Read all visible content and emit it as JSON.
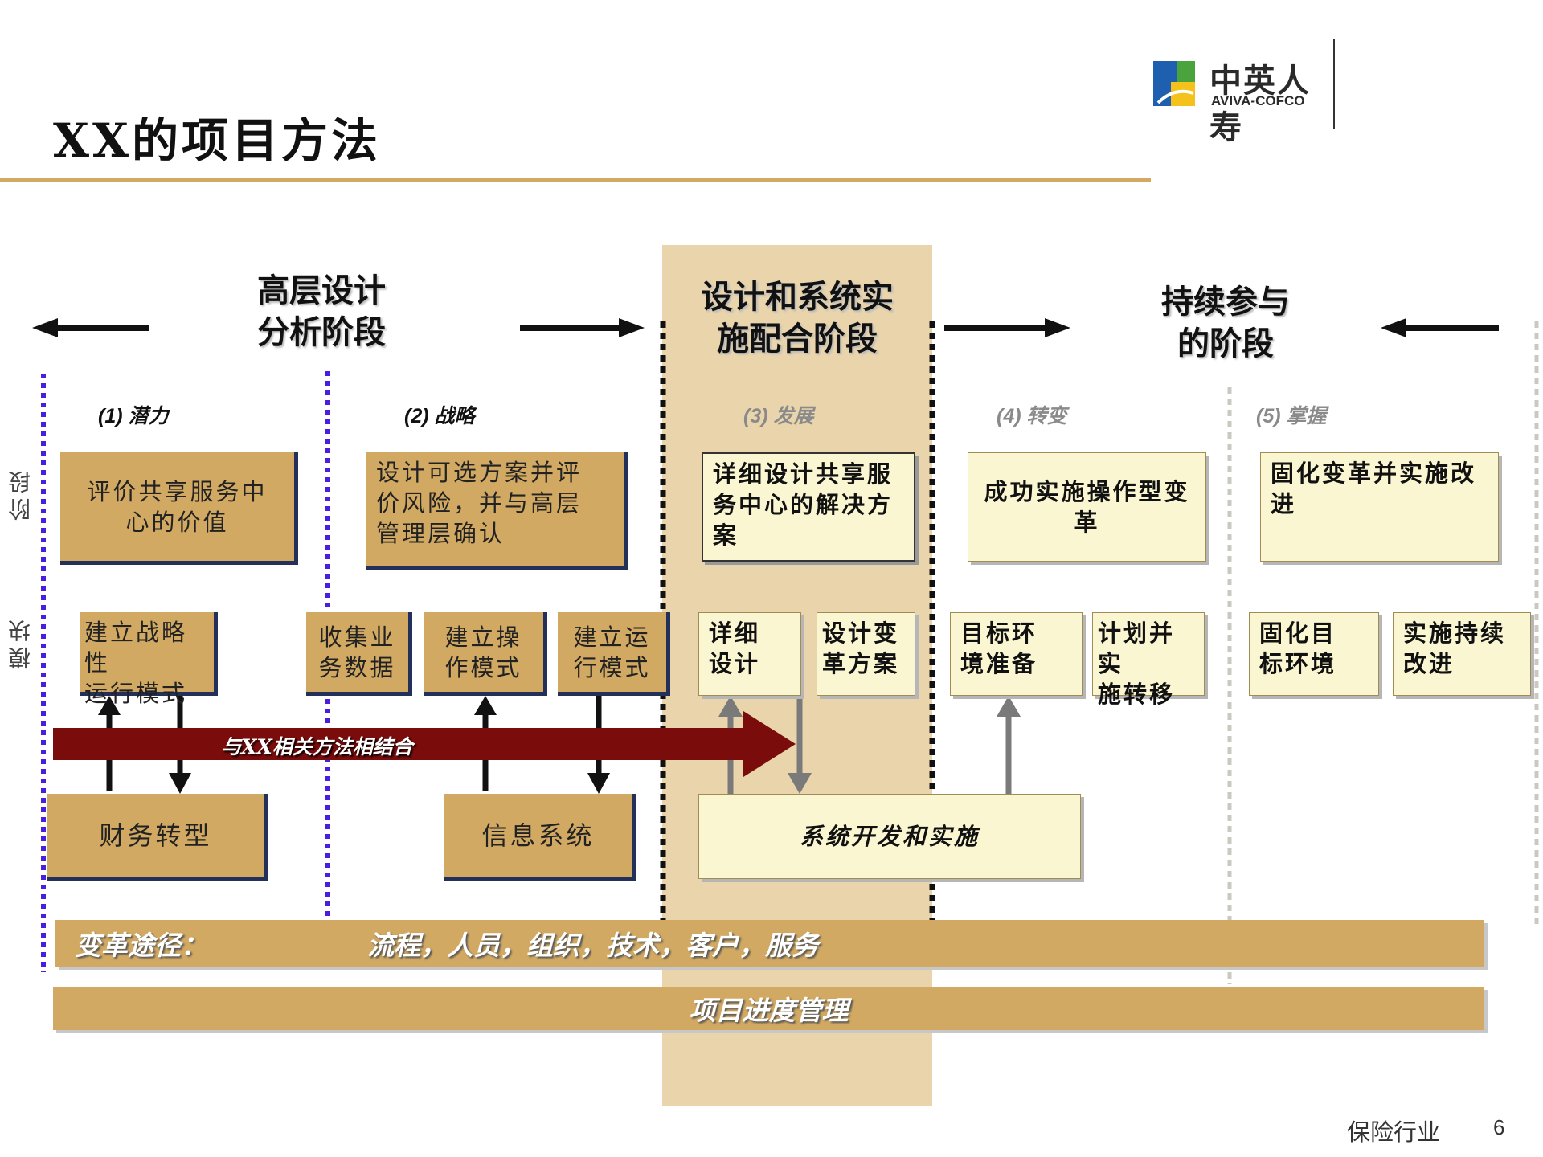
{
  "title": "XX的项目方法",
  "logo": {
    "cn": "中英人寿",
    "en": "AVIVA-COFCO"
  },
  "phases": {
    "p1": [
      "高层设计",
      "分析阶段"
    ],
    "p2": [
      "设计和系统实",
      "施配合阶段"
    ],
    "p3": [
      "持续参与",
      "的阶段"
    ]
  },
  "steps": [
    "(1) 潜力",
    "(2) 战略",
    "(3) 发展",
    "(4) 转变",
    "(5) 掌握"
  ],
  "side_labels": {
    "stage": "阶段",
    "module": "模块"
  },
  "stage_boxes": [
    [
      "评价共享服务中",
      "心的价值"
    ],
    [
      "设计可选方案并评",
      "价风险，并与高层",
      "管理层确认"
    ],
    [
      "详细设计共享服",
      "务中心的解决方",
      "案"
    ],
    [
      "成功实施操作型变",
      "革"
    ],
    [
      "固化变革并实施改",
      "进"
    ]
  ],
  "module_boxes": [
    [
      "建立战略性",
      "运行模式"
    ],
    [
      "收集业",
      "务数据"
    ],
    [
      "建立操",
      "作模式"
    ],
    [
      "建立运",
      "行模式"
    ],
    [
      "详细",
      "设计"
    ],
    [
      "设计变",
      "革方案"
    ],
    [
      "目标环",
      "境准备"
    ],
    [
      "计划并实",
      "施转移"
    ],
    [
      "固化目",
      "标环境"
    ],
    [
      "实施持续",
      "改进"
    ]
  ],
  "big_arrow_label": "与XX相关方法相结合",
  "bottom_boxes": {
    "finance": "财务转型",
    "info": "信息系统",
    "dev": "系统开发和实施"
  },
  "bands": {
    "change_label": "变革途径：",
    "change_items": "流程，人员，组织，技术，客户，服务",
    "pm": "项目进度管理"
  },
  "footer": {
    "text": "保险行业",
    "page": "6"
  },
  "colors": {
    "gold": "#d1a962",
    "cream": "#fbf6d2",
    "highlight": "#e9d4ab",
    "navy": "#23305a",
    "maroon": "#7a0c0c",
    "divider_purple": "#4a1ee0"
  }
}
